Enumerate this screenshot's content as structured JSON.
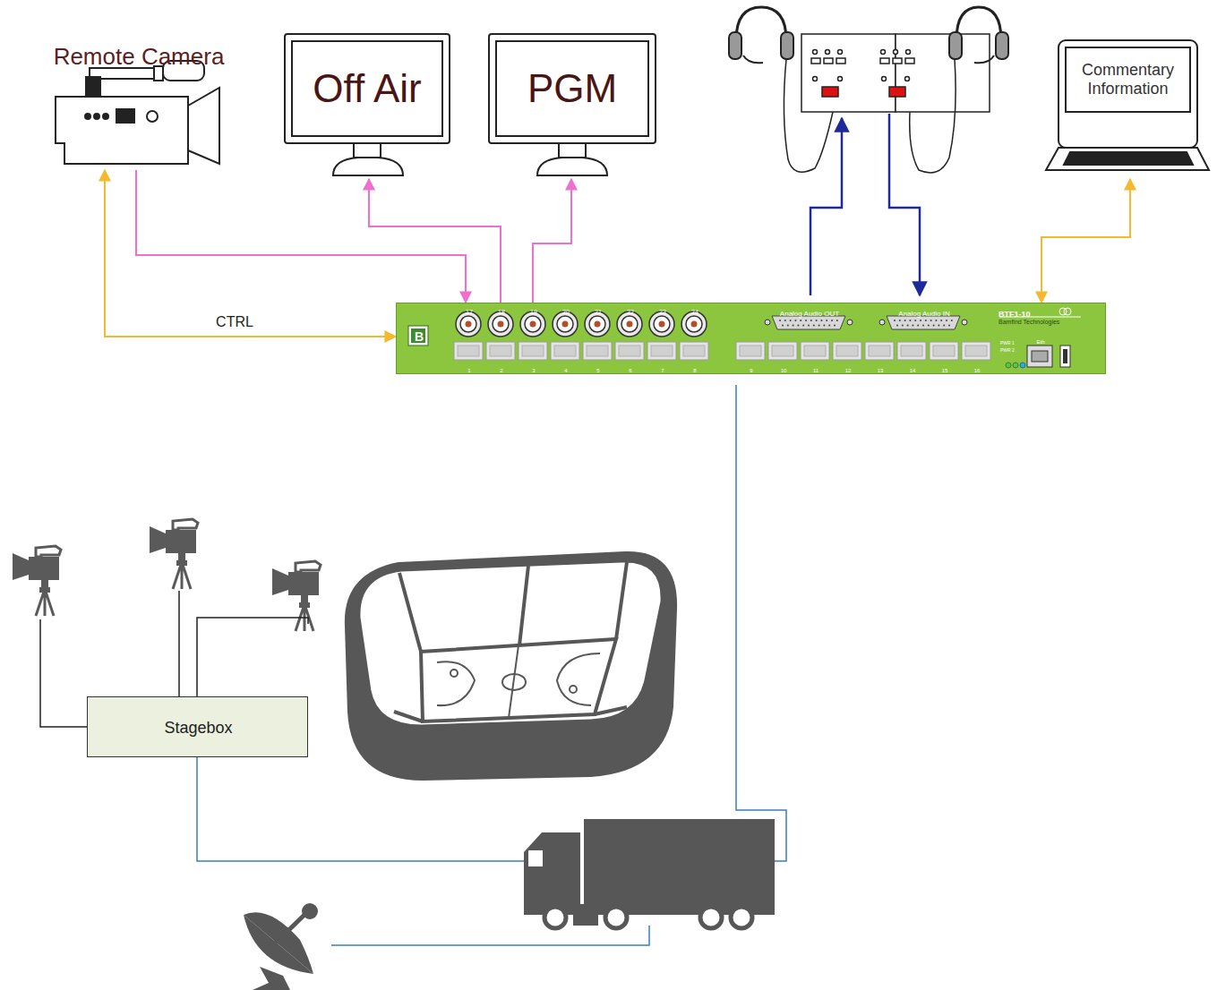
{
  "diagram": {
    "nodes": [
      {
        "text": [
          "Remote Camera"
        ]
      },
      {
        "text": [
          "Off Air"
        ]
      },
      {
        "text": [
          "PGM"
        ]
      },
      {
        "text": [
          "Commentary Information"
        ]
      },
      {
        "text": [
          "BTF1-10",
          "Bamfind Technologies"
        ]
      },
      {
        "text": [
          "Stagebox"
        ]
      }
    ],
    "edges": [
      {
        "from": 0,
        "to": 4,
        "arrow": "to"
      },
      {
        "from": 4,
        "to": 0,
        "arrow": "both",
        "label": "CTRL"
      },
      {
        "from": 4,
        "to": 1,
        "arrow": "to"
      },
      {
        "from": 4,
        "to": 2,
        "arrow": "to"
      },
      {
        "from": 4,
        "to": 3,
        "arrow": "both"
      }
    ],
    "labels": [
      "B",
      "17",
      "18",
      "19",
      "20",
      "21",
      "22",
      "23",
      "24",
      "1",
      "2",
      "3",
      "4",
      "5",
      "6",
      "7",
      "8",
      "9",
      "10",
      "11",
      "12",
      "13",
      "14",
      "15",
      "16",
      "Analog Audio OUT",
      "Analog Audio IN",
      "PWR 1",
      "PWR 2",
      "Eth"
    ]
  }
}
